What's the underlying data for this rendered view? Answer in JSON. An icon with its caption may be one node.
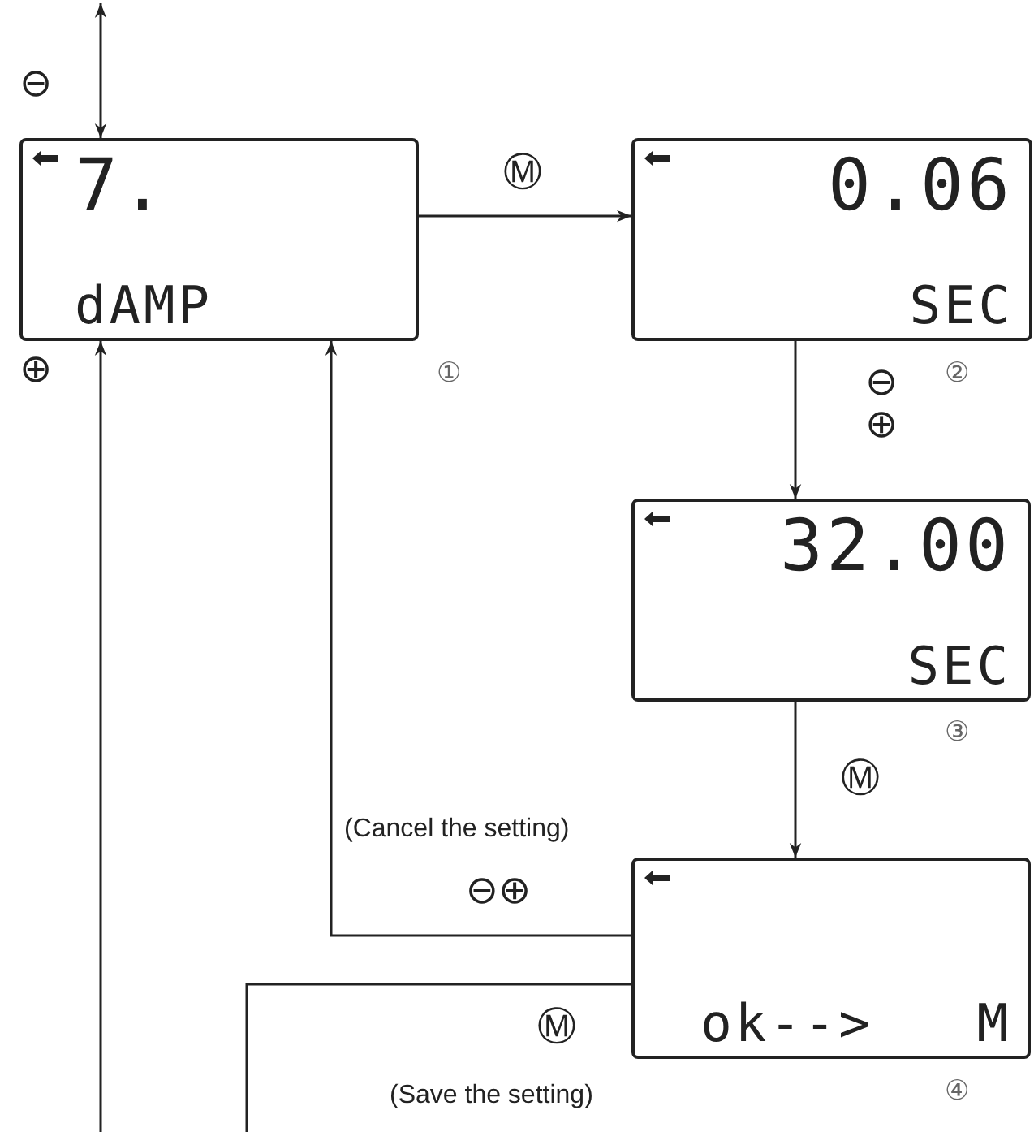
{
  "diagram": {
    "nodes": [
      {
        "text": [
          "7.",
          "dAMP"
        ],
        "beside": [
          "①"
        ]
      },
      {
        "text": [
          "0.06",
          "SEC"
        ],
        "beside": [
          "②"
        ]
      },
      {
        "text": [
          "32.00",
          "SEC"
        ],
        "beside": [
          "③"
        ]
      },
      {
        "text": [
          "ok-->   M"
        ],
        "beside": [
          "④"
        ]
      }
    ],
    "edges": [
      {
        "from": 0,
        "to": 1,
        "arrow": "to",
        "label": "Ⓜ"
      },
      {
        "from": 1,
        "to": 2,
        "arrow": "to",
        "label": "⊖ ⊕"
      },
      {
        "from": 2,
        "to": 3,
        "arrow": "to",
        "label": "Ⓜ"
      },
      {
        "from": 3,
        "to": 0,
        "arrow": "to",
        "label": "⊖⊕"
      },
      {
        "from": 3,
        "to": null,
        "arrow": "none",
        "label": "Ⓜ"
      },
      {
        "from": null,
        "to": 0,
        "arrow": "to",
        "label": "⊕"
      },
      {
        "from": null,
        "to": 0,
        "arrow": "both",
        "label": "⊖"
      }
    ],
    "labels": [
      "(Cancel the setting)",
      "(Save the setting)"
    ]
  }
}
